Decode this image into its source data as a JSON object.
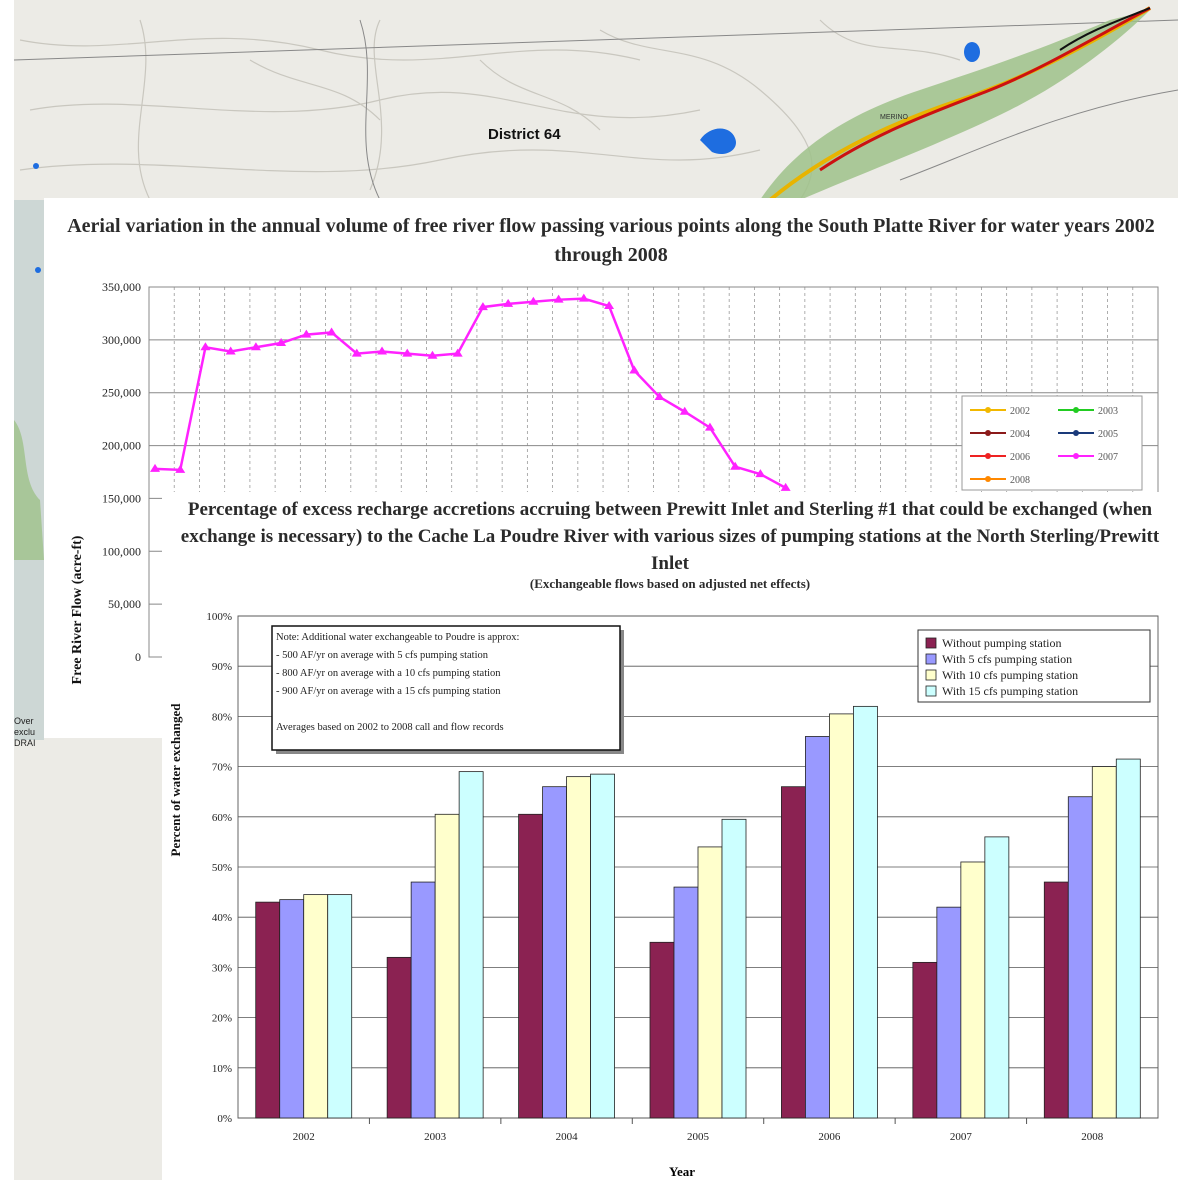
{
  "map": {
    "district_label": "District 64",
    "town_label": "MERINO",
    "note_lines": [
      "Over",
      "exclu",
      "DRAI"
    ]
  },
  "chart_data": [
    {
      "type": "line",
      "title": "Aerial variation in the annual volume of free river flow passing various points along the South Platte River for water years 2002 through 2008",
      "ylabel": "Free River Flow (acre-ft)",
      "xlabel": "",
      "ylim": [
        0,
        350000
      ],
      "yticks": [
        "0",
        "50,000",
        "100,000",
        "150,000",
        "200,000",
        "250,000",
        "300,000",
        "350,000"
      ],
      "grid": true,
      "legend_placement": "right",
      "legend": [
        "2002",
        "2003",
        "2004",
        "2005",
        "2006",
        "2007",
        "2008"
      ],
      "legend_colors": [
        "#f2b800",
        "#22cc22",
        "#8b1a1a",
        "#1a3a7a",
        "#ee2222",
        "#ff22ff",
        "#ff8800"
      ],
      "series": [
        {
          "name": "2007",
          "color": "#ff22ff",
          "values": [
            178000,
            177000,
            293000,
            289000,
            293000,
            297000,
            305000,
            307000,
            287000,
            289000,
            287000,
            285000,
            287000,
            331000,
            334000,
            336000,
            338000,
            339000,
            332000,
            271000,
            246000,
            232000,
            217000,
            180000,
            173000,
            160000
          ]
        }
      ]
    },
    {
      "type": "bar",
      "title": "Percentage of excess recharge accretions accruing between Prewitt Inlet and Sterling #1 that could be exchanged (when exchange is necessary) to the Cache La Poudre River with various sizes of pumping stations at the North Sterling/Prewitt Inlet",
      "subtitle": "(Exchangeable flows based on adjusted net effects)",
      "xlabel": "Year",
      "ylabel": "Percent of water exchanged",
      "ylim": [
        0,
        100
      ],
      "yticks": [
        "0%",
        "10%",
        "20%",
        "30%",
        "40%",
        "50%",
        "60%",
        "70%",
        "80%",
        "90%",
        "100%"
      ],
      "grid": true,
      "legend_placement": "top-right",
      "categories": [
        "2002",
        "2003",
        "2004",
        "2005",
        "2006",
        "2007",
        "2008"
      ],
      "series": [
        {
          "name": "Without pumping station",
          "color": "#8b2252",
          "values": [
            43,
            32,
            60.5,
            35,
            66,
            31,
            47
          ]
        },
        {
          "name": "With 5 cfs pumping station",
          "color": "#9999ff",
          "values": [
            43.5,
            47,
            66,
            46,
            76,
            42,
            64
          ]
        },
        {
          "name": "With 10 cfs pumping station",
          "color": "#ffffcc",
          "values": [
            44.5,
            60.5,
            68,
            54,
            80.5,
            51,
            70
          ]
        },
        {
          "name": "With 15 cfs pumping station",
          "color": "#ccffff",
          "values": [
            44.5,
            69,
            68.5,
            59.5,
            82,
            56,
            71.5
          ]
        }
      ],
      "annotation_lines": [
        "Note:  Additional water exchangeable to Poudre is approx:",
        "- 500 AF/yr on average with 5 cfs pumping station",
        "- 800 AF/yr on average with a 10 cfs pumping station",
        "- 900 AF/yr on average with a 15 cfs pumping station",
        "",
        "Averages based on 2002 to 2008 call and flow records"
      ]
    }
  ]
}
